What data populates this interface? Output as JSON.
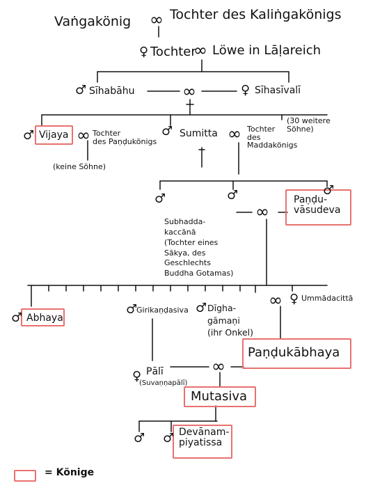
{
  "colors": {
    "ink": "#111111",
    "king_box": "#e8716e",
    "background": "#ffffff"
  },
  "symbols": {
    "male": "♂",
    "female": "♀",
    "marriage": "∞"
  },
  "gen0": {
    "vanga_king": "Vaṅgakönig",
    "kalinga_daughter": "Tochter des Kaliṅgakönigs"
  },
  "gen1": {
    "daughter": "Tochter",
    "lion": "Löwe in Lāḷareich"
  },
  "gen2": {
    "sihabahu": "Sīhabāhu",
    "sihasivali": "Sīhasīvalī"
  },
  "gen3": {
    "vijaya": "Vijaya",
    "vijaya_wife": "Tochter\ndes Paṇḍukönigs",
    "vijaya_note": "(keine Söhne)",
    "sumitta": "Sumitta",
    "sumitta_wife": "Tochter\ndes\nMaddakönigs",
    "other_sons": "(30 weitere\nSöhne)"
  },
  "gen4": {
    "panduvasudeva": "Paṇḍu-\nvāsudeva",
    "subhadda": "Subhadda-\nkaccānā\n(Tochter eines\nSākya, des\nGeschlechts\nBuddha Gotamas)"
  },
  "gen5": {
    "abhaya": "Abhaya",
    "girikandasiva": "Girikaṇḍasiva",
    "dighagamani": "Dīgha-\ngāmaṇi\n(ihr Onkel)",
    "ummadacitta": "Ummādacittā"
  },
  "gen6": {
    "pali": "Pālī",
    "pali_note": "(Suvaṇṇapālī)",
    "pandukabhaya": "Paṇḍukābhaya"
  },
  "gen7": {
    "mutasiva": "Mutasiva"
  },
  "gen8": {
    "devanampiyatissa": "Devānam-\npiyatissa"
  },
  "legend": {
    "label": "= Könige"
  }
}
